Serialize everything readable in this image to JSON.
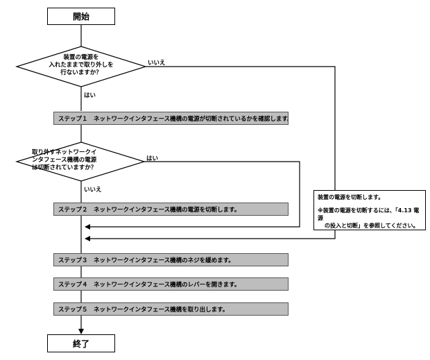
{
  "start": "開始",
  "end": "終了",
  "decision1": {
    "line1": "装置の電源を",
    "line2": "入れたままで取り外しを",
    "line3": "行ないますか？",
    "yes": "はい",
    "no": "いいえ"
  },
  "decision2": {
    "line1": "取り外すネットワークイ",
    "line2": "ンタフェース機構の電源",
    "line3": "は切断されていますか？",
    "yes": "はい",
    "no": "いいえ"
  },
  "steps": [
    "ステップ１　ネットワークインタフェース機構の電源が切断されているかを確認します。",
    "ステップ２　ネットワークインタフェース機構の電源を切断します。",
    "ステップ３　ネットワークインタフェース機構のネジを緩めます。",
    "ステップ４　ネットワークインタフェース機構のレバーを開きます。",
    "ステップ５　ネットワークインタフェース機構を取り出します。"
  ],
  "note": {
    "line1": "装置の電源を切断します。",
    "line2": "※装置の電源を切断するには、「4.13 電源",
    "line3": "の投入と切断」を参照してください。"
  }
}
